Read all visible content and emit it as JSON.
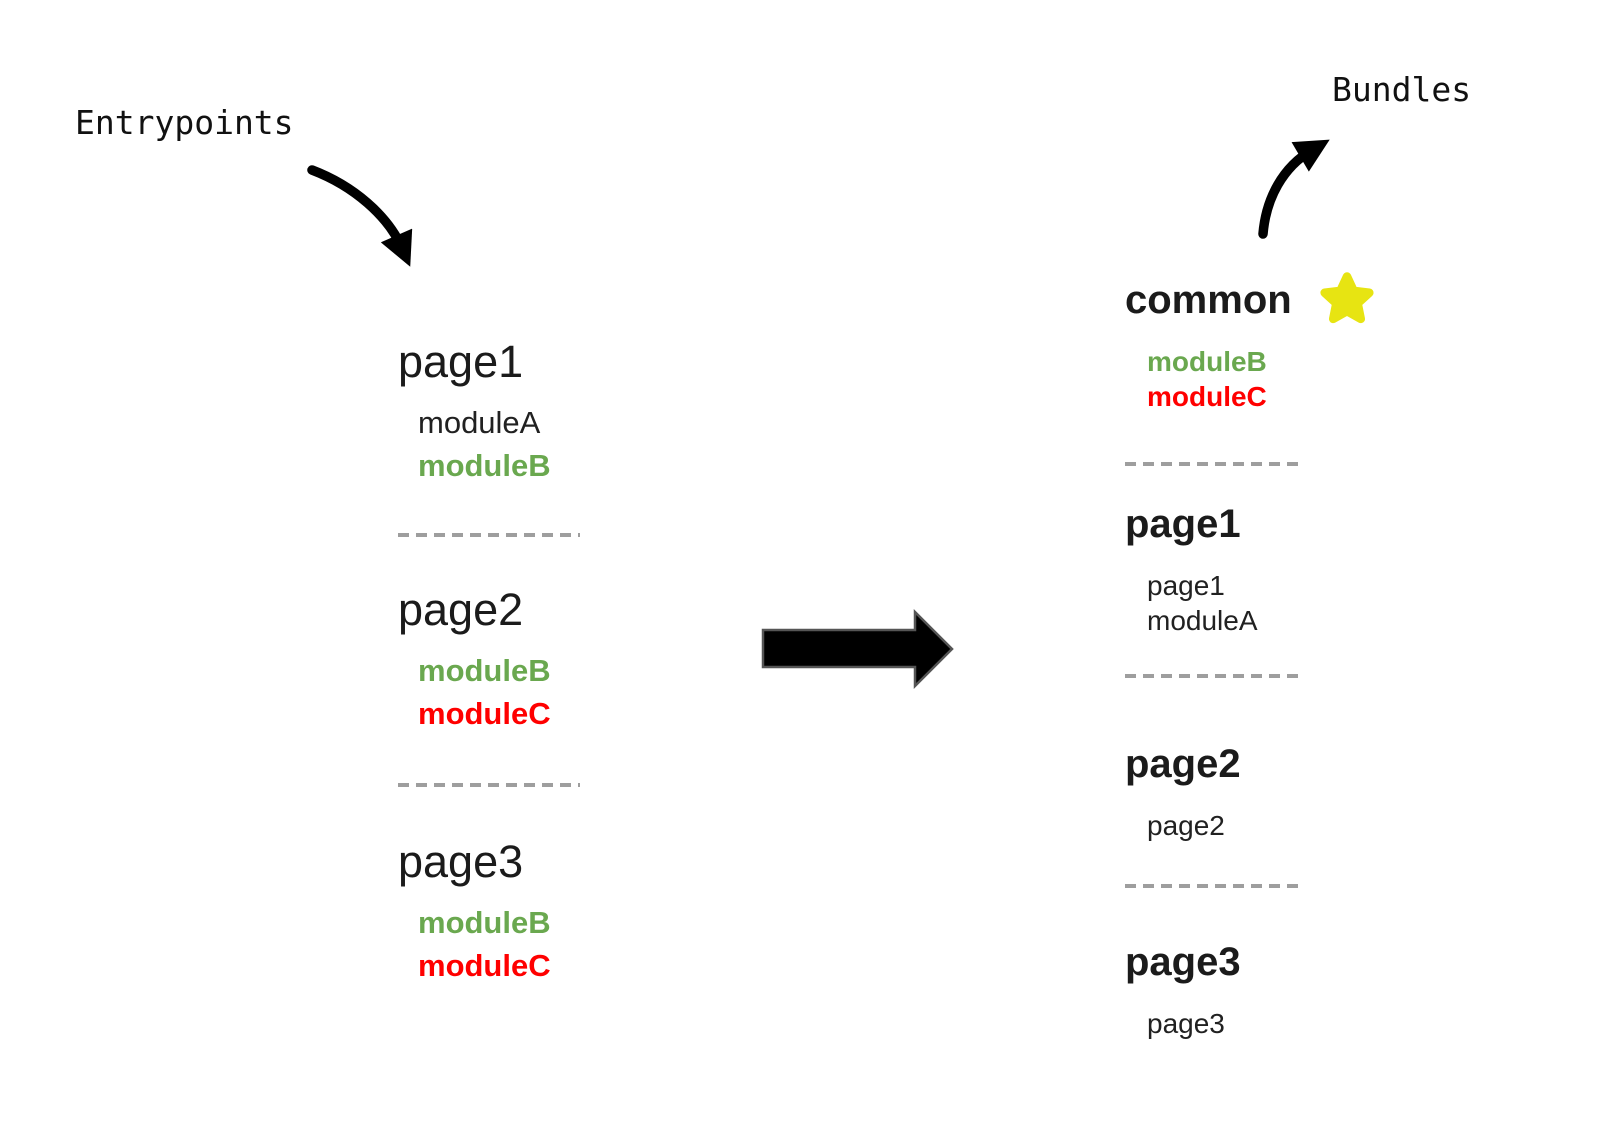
{
  "labels": {
    "entrypoints": "Entrypoints",
    "bundles": "Bundles"
  },
  "entrypoints": [
    {
      "title": "page1",
      "modules": [
        {
          "name": "moduleA",
          "color": "black",
          "bold": false
        },
        {
          "name": "moduleB",
          "color": "green",
          "bold": true
        }
      ]
    },
    {
      "title": "page2",
      "modules": [
        {
          "name": "moduleB",
          "color": "green",
          "bold": true
        },
        {
          "name": "moduleC",
          "color": "red",
          "bold": true
        }
      ]
    },
    {
      "title": "page3",
      "modules": [
        {
          "name": "moduleB",
          "color": "green",
          "bold": true
        },
        {
          "name": "moduleC",
          "color": "red",
          "bold": true
        }
      ]
    }
  ],
  "bundles": [
    {
      "title": "common",
      "starred": true,
      "modules": [
        {
          "name": "moduleB",
          "color": "green",
          "bold": true
        },
        {
          "name": "moduleC",
          "color": "red",
          "bold": true
        }
      ]
    },
    {
      "title": "page1",
      "starred": false,
      "modules": [
        {
          "name": "page1",
          "color": "black",
          "bold": false
        },
        {
          "name": "moduleA",
          "color": "black",
          "bold": false
        }
      ]
    },
    {
      "title": "page2",
      "starred": false,
      "modules": [
        {
          "name": "page2",
          "color": "black",
          "bold": false
        }
      ]
    },
    {
      "title": "page3",
      "starred": false,
      "modules": [
        {
          "name": "page3",
          "color": "black",
          "bold": false
        }
      ]
    }
  ],
  "colors": {
    "text": "#212121",
    "green": "#6aa84f",
    "red": "#ff0000",
    "star": "#e7e412",
    "dash": "#9e9e9e",
    "arrow": "#000000",
    "arrow_outline": "#555555"
  }
}
